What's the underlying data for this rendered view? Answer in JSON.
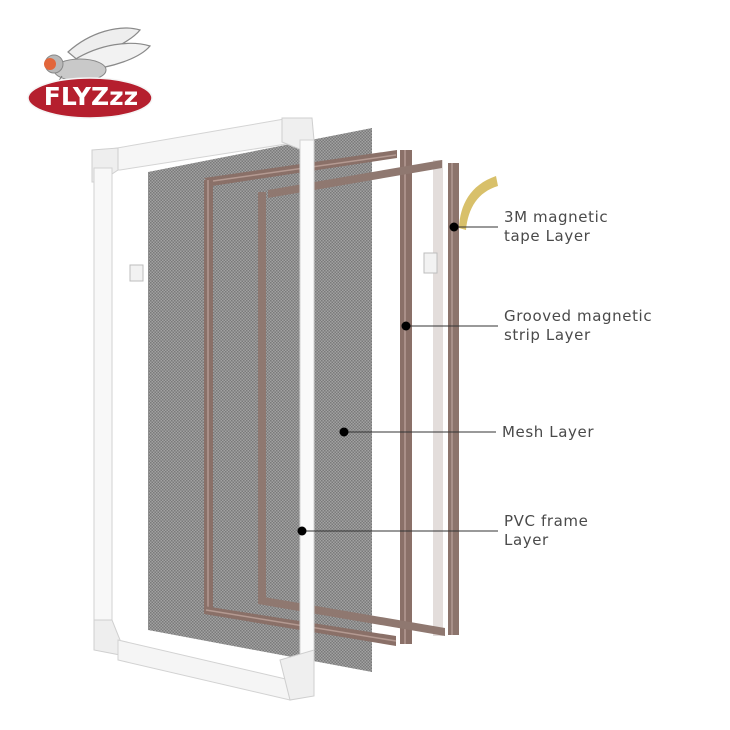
{
  "logo": {
    "brand": "FLYZzz",
    "icon": "fly-icon",
    "oval_color": "#b51f2e",
    "text_color": "#ffffff"
  },
  "diagram": {
    "title": "Magnetic fly screen exploded view",
    "colors": {
      "pvc_frame": "#f4f4f4",
      "pvc_frame_edge": "#d6d6d6",
      "mesh": "#8c8c8c",
      "magnetic_strip": "#8a7068",
      "magnetic_strip_light": "#a8908a",
      "tape": "#d8c06a",
      "callout_line": "#333333",
      "callout_dot": "#000000",
      "label_text": "#4a4a4a"
    },
    "layers": [
      {
        "id": "tape",
        "label": "3M magnetic\ntape Layer"
      },
      {
        "id": "strip",
        "label": "Grooved magnetic\nstrip Layer"
      },
      {
        "id": "mesh",
        "label": "Mesh Layer"
      },
      {
        "id": "pvc",
        "label": "PVC frame\nLayer"
      }
    ]
  }
}
